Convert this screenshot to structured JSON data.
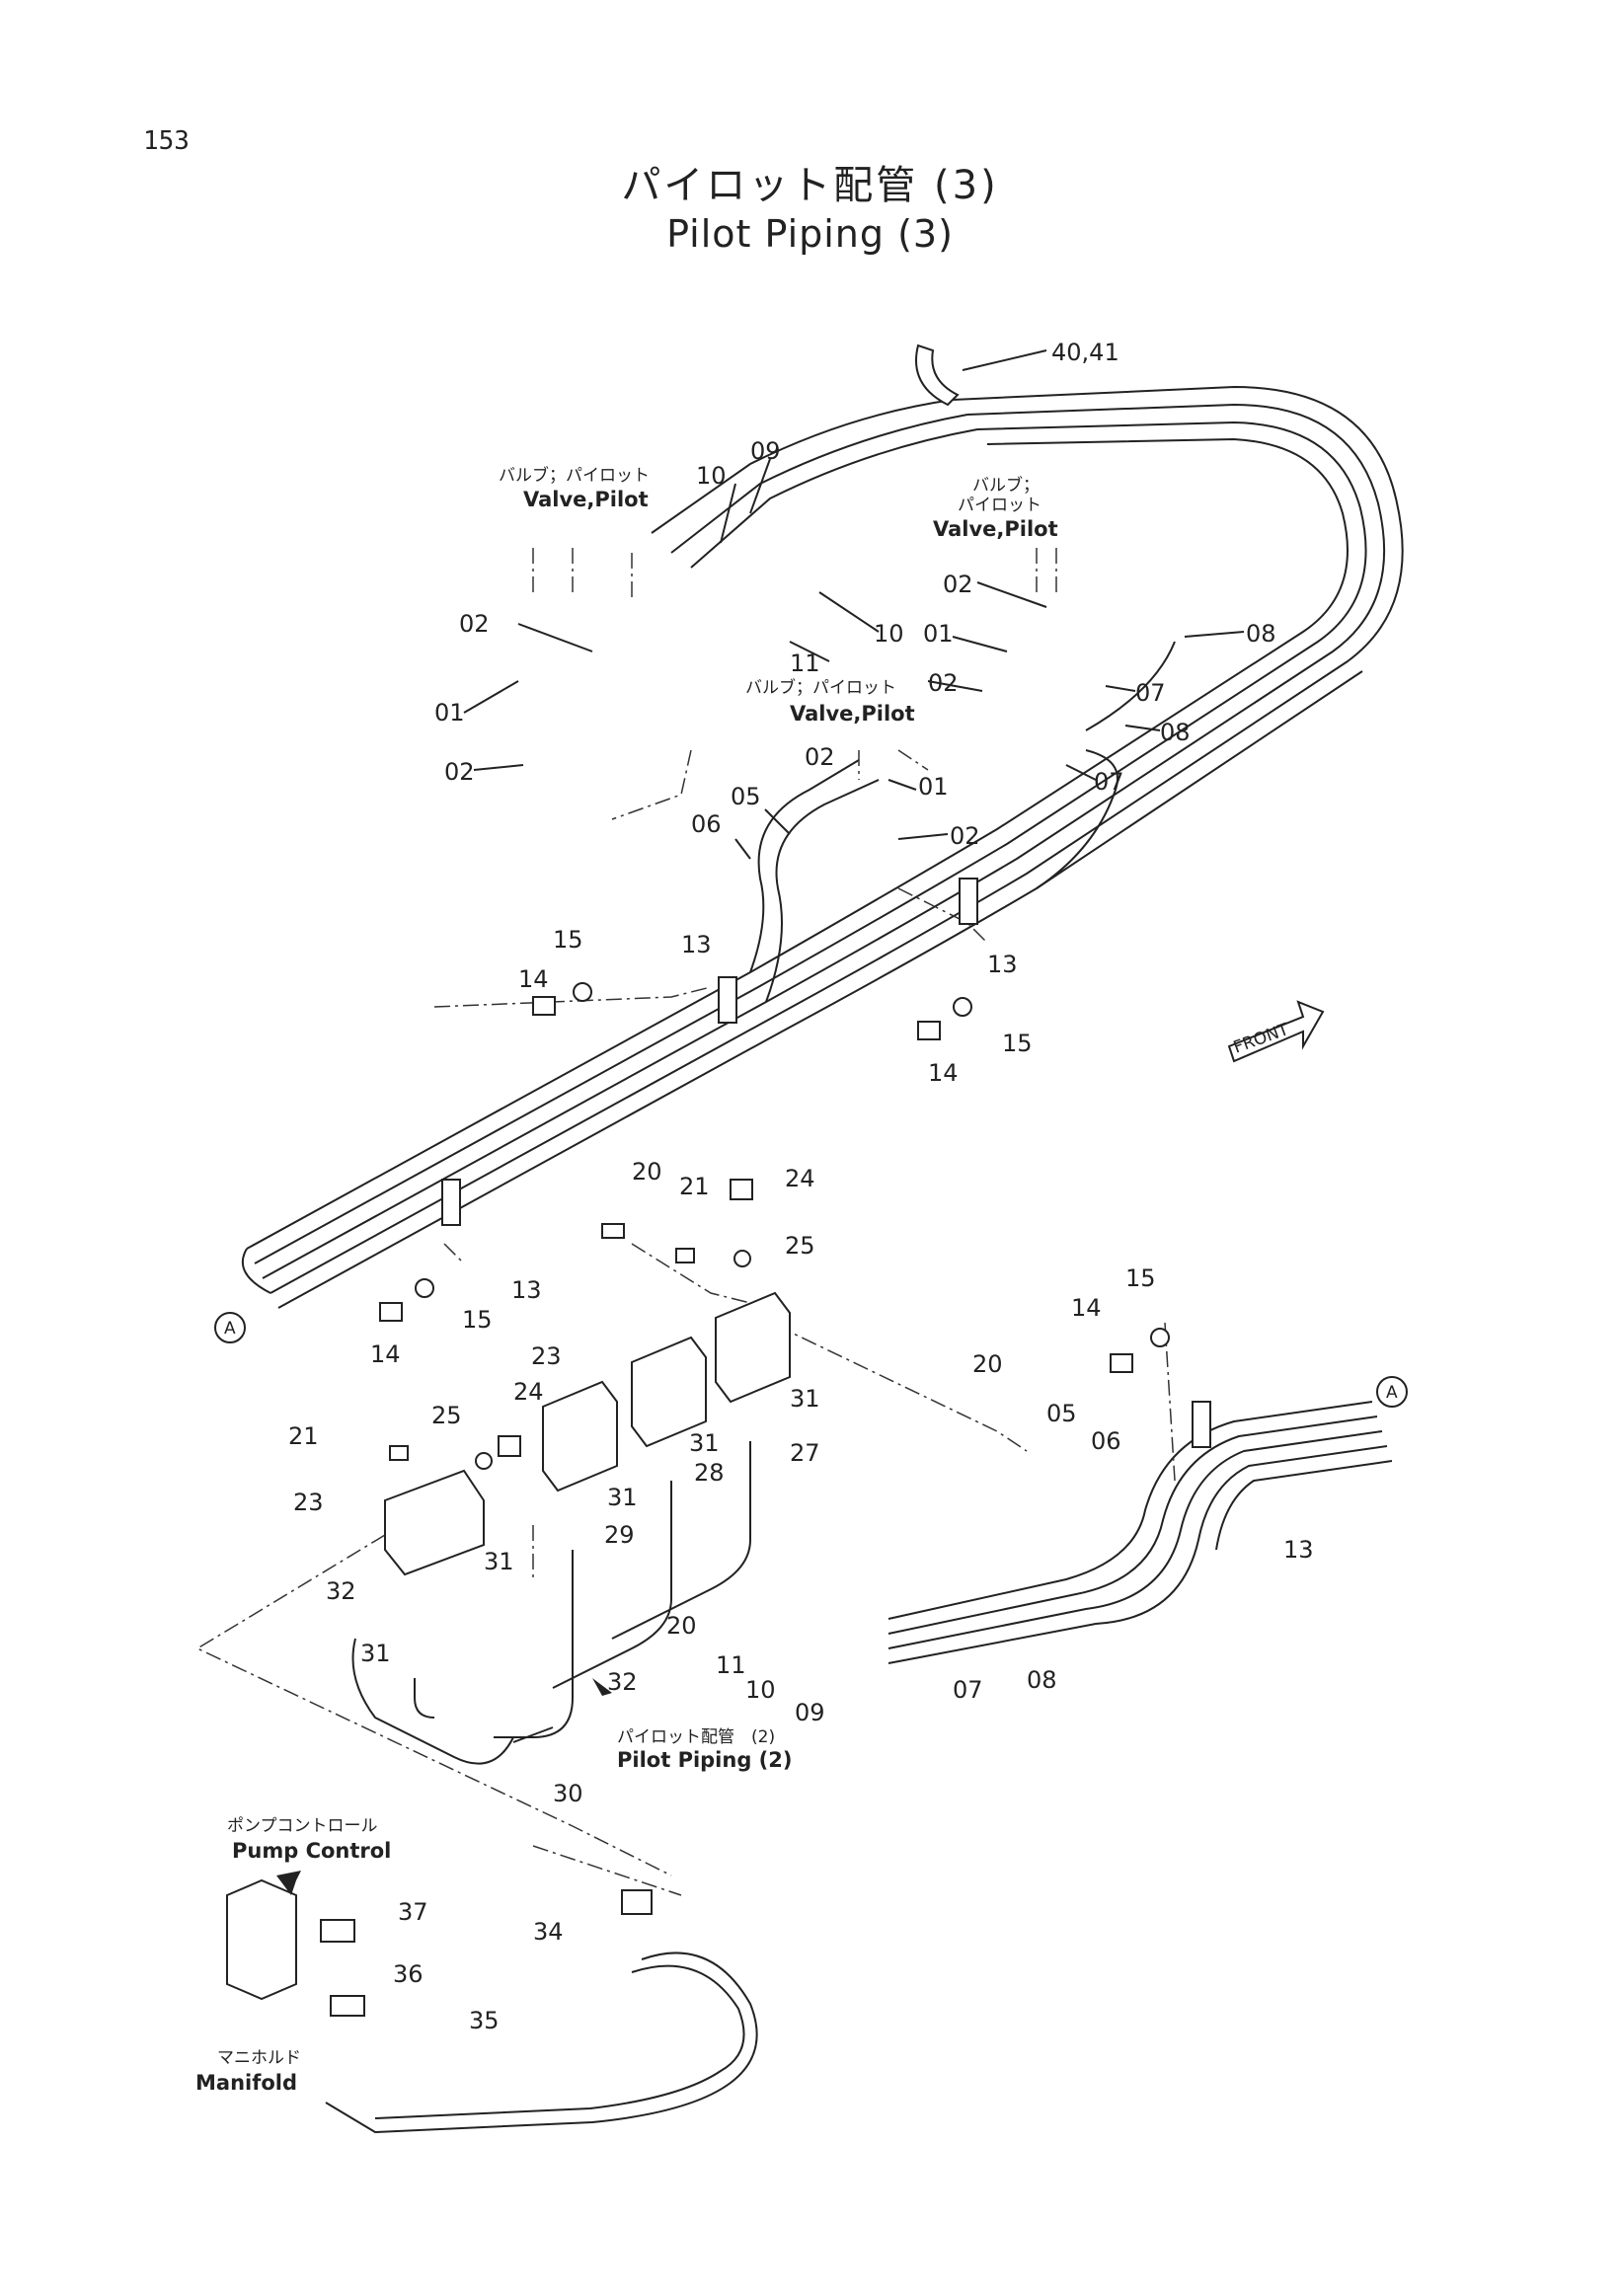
{
  "page": {
    "number": "153",
    "title_jp": "パイロット配管 (3)",
    "title_en": "Pilot Piping (3)"
  },
  "captions": {
    "valve_pilot_left_jp": "バルブ；パイロット",
    "valve_pilot_left_en": "Valve,Pilot",
    "valve_pilot_right_jp1": "バルブ；",
    "valve_pilot_right_jp2": "パイロット",
    "valve_pilot_right_en": "Valve,Pilot",
    "valve_pilot_mid_jp": "バルブ；パイロット",
    "valve_pilot_mid_en": "Valve,Pilot",
    "pilot_piping2_jp": "パイロット配管　(2)",
    "pilot_piping2_en": "Pilot Piping (2)",
    "pump_control_jp": "ポンプコントロール",
    "pump_control_en": "Pump Control",
    "manifold_jp": "マニホルド",
    "manifold_en": "Manifold",
    "front": "FRONT",
    "connector_a": "A"
  },
  "callouts": [
    {
      "id": "c1",
      "text": "40,41"
    },
    {
      "id": "c2",
      "text": "09"
    },
    {
      "id": "c3",
      "text": "10"
    },
    {
      "id": "c4",
      "text": "10"
    },
    {
      "id": "c5",
      "text": "11"
    },
    {
      "id": "c6",
      "text": "02"
    },
    {
      "id": "c7",
      "text": "01"
    },
    {
      "id": "c8",
      "text": "02"
    },
    {
      "id": "c9",
      "text": "02"
    },
    {
      "id": "c10",
      "text": "01"
    },
    {
      "id": "c11",
      "text": "08"
    },
    {
      "id": "c12",
      "text": "02"
    },
    {
      "id": "c13",
      "text": "07"
    },
    {
      "id": "c14",
      "text": "08"
    },
    {
      "id": "c15",
      "text": "07"
    },
    {
      "id": "c16",
      "text": "02"
    },
    {
      "id": "c17",
      "text": "01"
    },
    {
      "id": "c18",
      "text": "02"
    },
    {
      "id": "c19",
      "text": "05"
    },
    {
      "id": "c20",
      "text": "06"
    },
    {
      "id": "c21",
      "text": "15"
    },
    {
      "id": "c22",
      "text": "14"
    },
    {
      "id": "c23",
      "text": "13"
    },
    {
      "id": "c24",
      "text": "13"
    },
    {
      "id": "c25",
      "text": "15"
    },
    {
      "id": "c26",
      "text": "14"
    },
    {
      "id": "c27",
      "text": "20"
    },
    {
      "id": "c28",
      "text": "21"
    },
    {
      "id": "c29",
      "text": "24"
    },
    {
      "id": "c30",
      "text": "25"
    },
    {
      "id": "c31",
      "text": "13"
    },
    {
      "id": "c32",
      "text": "15"
    },
    {
      "id": "c33",
      "text": "14"
    },
    {
      "id": "c34",
      "text": "23"
    },
    {
      "id": "c35",
      "text": "24"
    },
    {
      "id": "c36",
      "text": "25"
    },
    {
      "id": "c37",
      "text": "21"
    },
    {
      "id": "c38",
      "text": "23"
    },
    {
      "id": "c39",
      "text": "31"
    },
    {
      "id": "c40",
      "text": "31"
    },
    {
      "id": "c41",
      "text": "28"
    },
    {
      "id": "c42",
      "text": "27"
    },
    {
      "id": "c43",
      "text": "31"
    },
    {
      "id": "c44",
      "text": "29"
    },
    {
      "id": "c45",
      "text": "31"
    },
    {
      "id": "c46",
      "text": "32"
    },
    {
      "id": "c47",
      "text": "31"
    },
    {
      "id": "c48",
      "text": "20"
    },
    {
      "id": "c49",
      "text": "05"
    },
    {
      "id": "c50",
      "text": "06"
    },
    {
      "id": "c51",
      "text": "15"
    },
    {
      "id": "c52",
      "text": "14"
    },
    {
      "id": "c53",
      "text": "13"
    },
    {
      "id": "c54",
      "text": "20"
    },
    {
      "id": "c55",
      "text": "11"
    },
    {
      "id": "c56",
      "text": "10"
    },
    {
      "id": "c57",
      "text": "09"
    },
    {
      "id": "c58",
      "text": "07"
    },
    {
      "id": "c59",
      "text": "08"
    },
    {
      "id": "c60",
      "text": "32"
    },
    {
      "id": "c61",
      "text": "30"
    },
    {
      "id": "c62",
      "text": "37"
    },
    {
      "id": "c63",
      "text": "36"
    },
    {
      "id": "c64",
      "text": "35"
    },
    {
      "id": "c65",
      "text": "34"
    }
  ]
}
